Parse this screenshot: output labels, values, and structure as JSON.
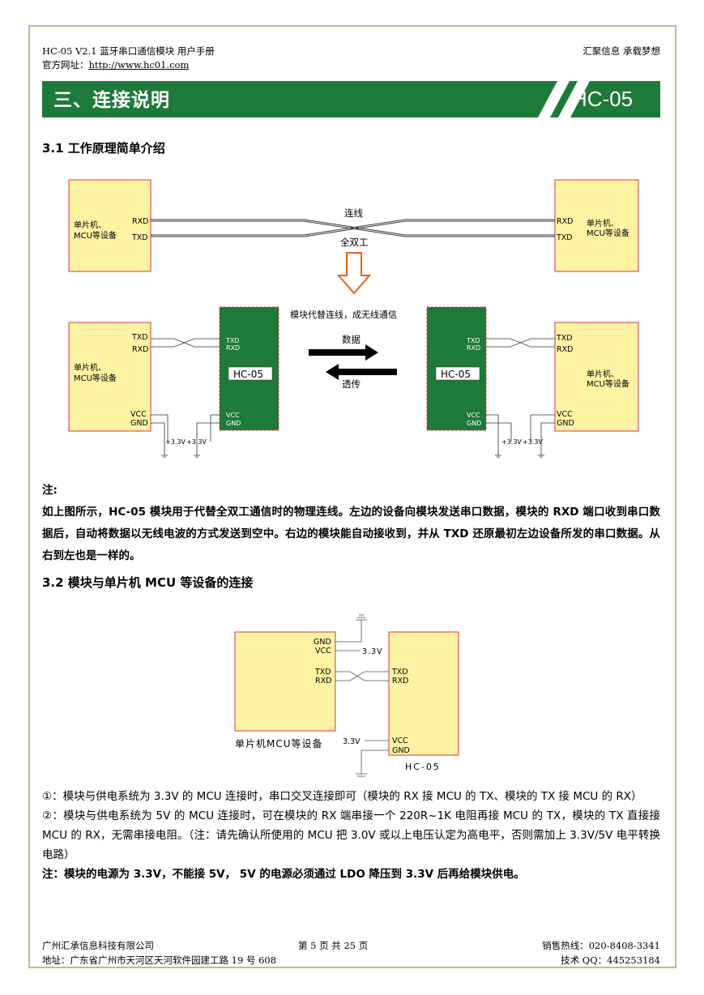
{
  "header": {
    "doc_title": "HC-05 V2.1 蓝牙串口通信模块 用户手册",
    "site_label": "官方网址：",
    "site_url": "http://www.hc01.com",
    "slogan": "汇聚信息 承载梦想"
  },
  "banner": {
    "title": "三、连接说明",
    "model": "HC-05",
    "color": "#1e7a3a"
  },
  "section_31": {
    "heading": "3.1 工作原理简单介绍",
    "diagram": {
      "device_label_1": "单片机、",
      "device_label_2": "MCU等设备",
      "rxd": "RXD",
      "txd": "TXD",
      "vcc": "VCC",
      "gnd": "GND",
      "wire_label": "连线",
      "duplex_label": "全双工",
      "replace_label": "模块代替连线，成无线通信",
      "data_label": "数据",
      "transparent_label": "透传",
      "module_name": "HC-05",
      "supply": "+3.3V"
    },
    "note_title": "注:",
    "note_text": "如上图所示，HC-05 模块用于代替全双工通信时的物理连线。左边的设备向模块发送串口数据，模块的 RXD 端口收到串口数据后，自动将数据以无线电波的方式发送到空中。右边的模块能自动接收到，并从 TXD 还原最初左边设备所发的串口数据。从右到左也是一样的。"
  },
  "section_32": {
    "heading": "3.2 模块与单片机 MCU 等设备的连接",
    "diagram": {
      "gnd": "GND",
      "vcc": "VCC",
      "txd": "TXD",
      "rxd": "RXD",
      "supply": "3.3V",
      "mcu_label": "单片机MCU等设备",
      "module_name": "HC-05"
    },
    "item1": "①：模块与供电系统为 3.3V 的 MCU 连接时，串口交叉连接即可（模块的 RX 接 MCU 的 TX、模块的 TX 接 MCU 的 RX）",
    "item2": "②：模块与供电系统为 5V 的 MCU 连接时，可在模块的 RX 端串接一个 220R~1K 电阻再接 MCU 的 TX，模块的 TX 直接接 MCU 的 RX，无需串接电阻。（注：请先确认所使用的 MCU 把 3.0V 或以上电压认定为高电平，否则需加上 3.3V/5V 电平转换电路）",
    "warning": "注：模块的电源为 3.3V，不能接 5V， 5V 的电源必须通过 LDO 降压到 3.3V 后再给模块供电。"
  },
  "footer": {
    "company": "广州汇承信息科技有限公司",
    "address": "地址：广东省广州市天河区天河软件园建工路 19 号 608",
    "page": "第 5 页 共 25 页",
    "hotline": "销售热线：020-8408-3341",
    "qq": "技术 QQ：445253184"
  }
}
